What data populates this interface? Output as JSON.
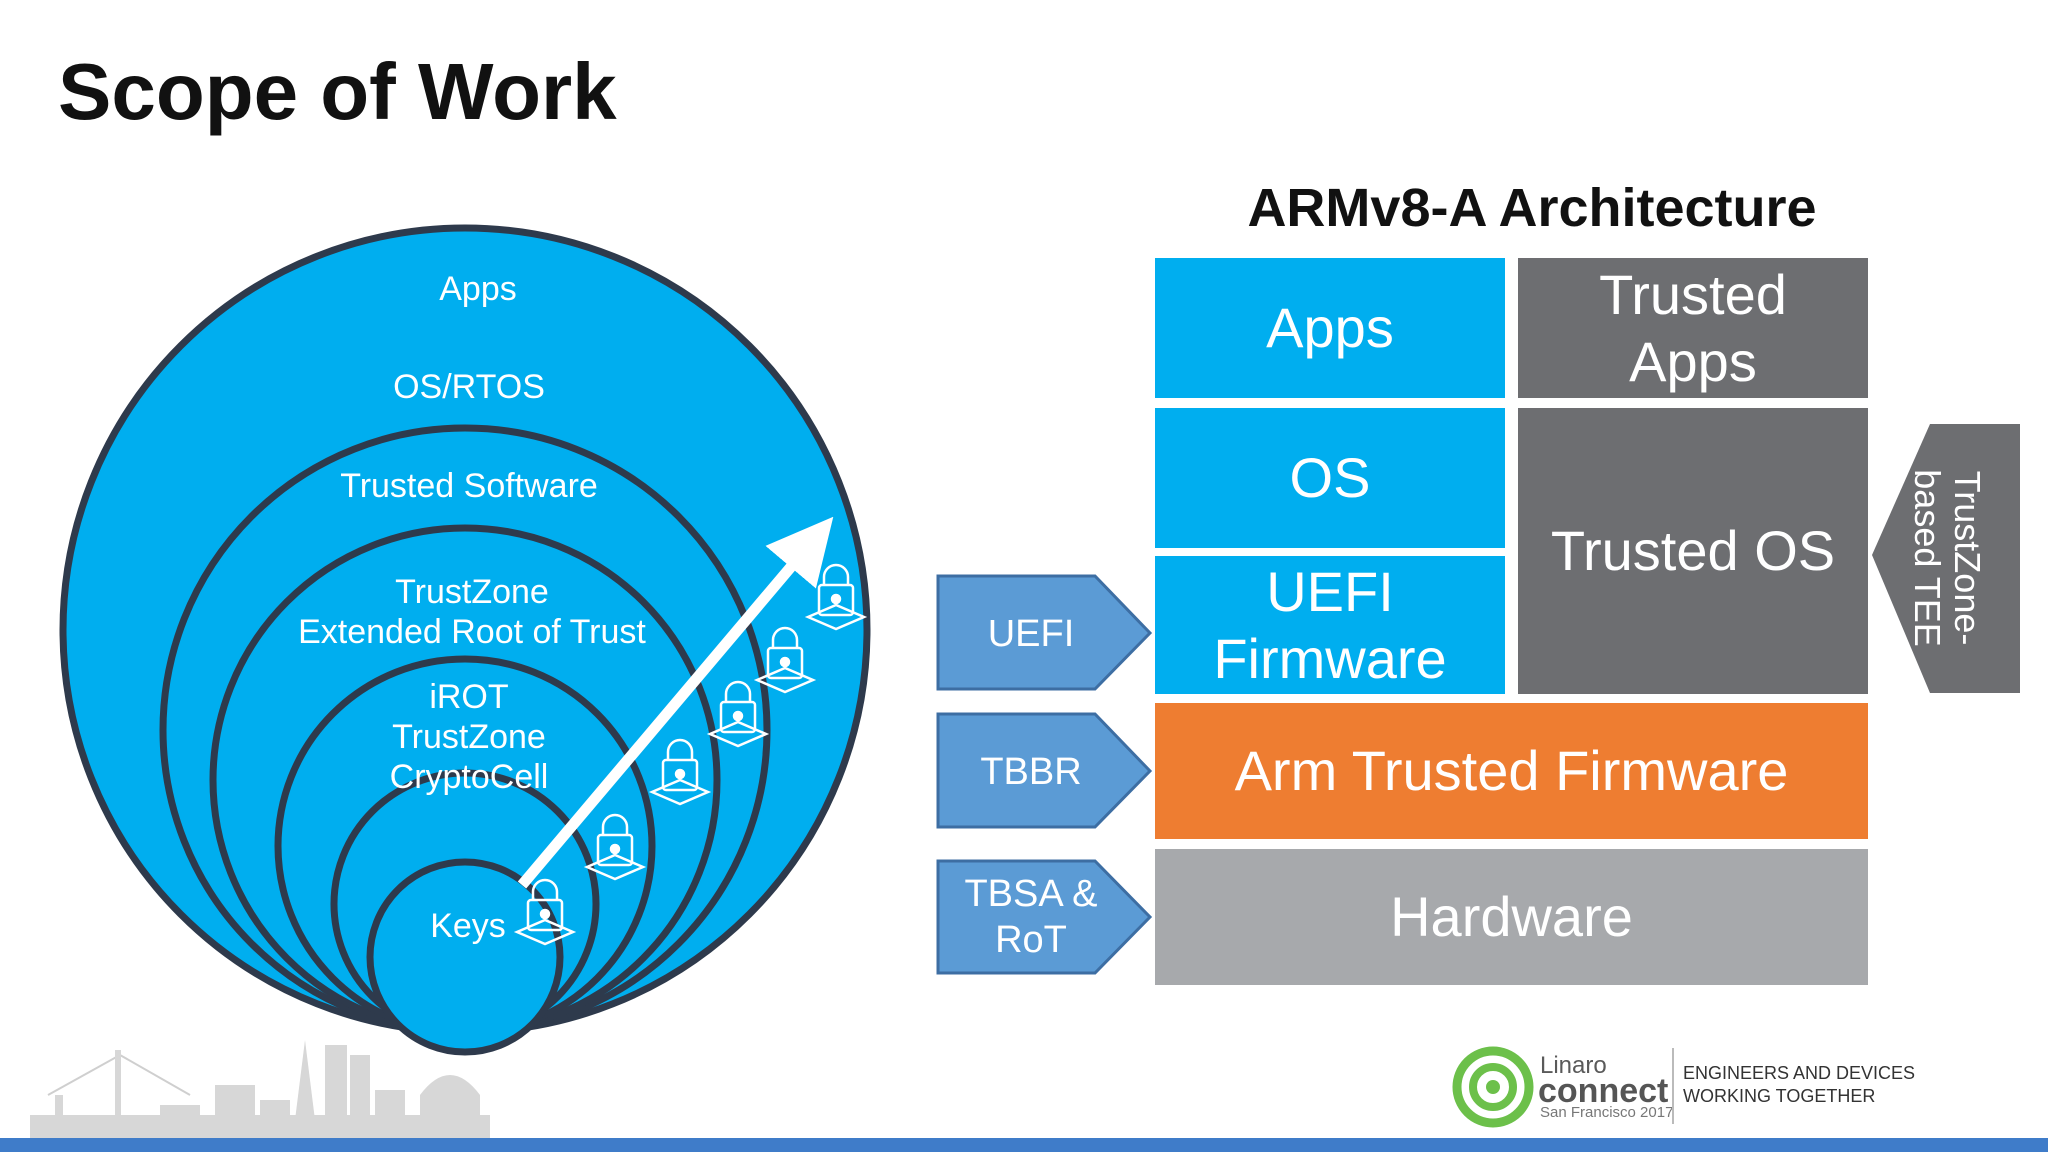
{
  "slide": {
    "title": "Scope of Work"
  },
  "scope_circles": {
    "layers": [
      "Apps",
      "OS/RTOS",
      "Trusted Software",
      "TrustZone\nExtended Root of Trust",
      "iROT\nTrustZone\nCryptoCell",
      "Keys"
    ]
  },
  "architecture": {
    "title": "ARMv8-A Architecture",
    "blocks": {
      "apps": "Apps",
      "trusted_apps": "Trusted\nApps",
      "os": "OS",
      "trusted_os": "Trusted OS",
      "uefi_firmware": "UEFI\nFirmware",
      "arm_trusted_firmware": "Arm Trusted Firmware",
      "hardware": "Hardware"
    },
    "side_labels": {
      "uefi": "UEFI",
      "tbbr": "TBBR",
      "tbsa_rot": "TBSA &\nRoT"
    },
    "tee_label": "TrustZone-\nbased TEE"
  },
  "colors": {
    "blue": "#00AEEF",
    "gray": "#6D6E71",
    "orange": "#EE7D31",
    "light_gray": "#A7A9AC",
    "side_arrow_blue": "#5B9BD5",
    "circle_outline": "#2E3A4C",
    "footer_bar": "#3F7CC9",
    "linaro_green": "#6CC04A"
  },
  "footer": {
    "logo_brand": "Linaro",
    "logo_name": "connect",
    "logo_location": "San Francisco 2017",
    "tagline": "ENGINEERS AND DEVICES\nWORKING TOGETHER"
  }
}
